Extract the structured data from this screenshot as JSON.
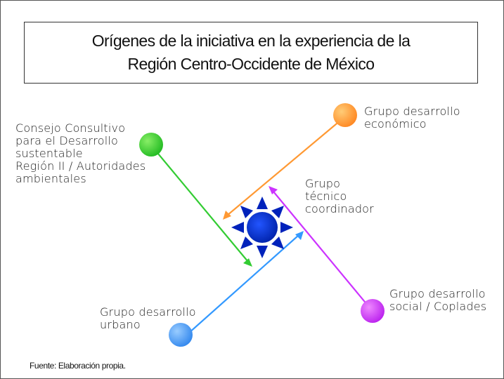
{
  "title": {
    "line1": "Orígenes de la iniciativa en la experiencia de la",
    "line2": "Región Centro-Occidente de México"
  },
  "nodes": {
    "consejo": {
      "lines": [
        "Consejo Consultivo",
        "para el Desarrollo",
        "sustentable",
        "Región II / Autoridades",
        "ambientales"
      ],
      "color": "#33cc33"
    },
    "economico": {
      "lines": [
        "Grupo desarrollo",
        "económico"
      ],
      "color": "#ff9933"
    },
    "coordinador": {
      "lines": [
        "Grupo",
        "técnico",
        "coordinador"
      ],
      "color": "#0033cc"
    },
    "social": {
      "lines": [
        "Grupo desarrollo",
        "social / Coplades"
      ],
      "color": "#cc33ff"
    },
    "urbano": {
      "lines": [
        "Grupo desarrollo",
        "urbano"
      ],
      "color": "#3399ff"
    }
  },
  "source": "Fuente: Elaboración propia."
}
